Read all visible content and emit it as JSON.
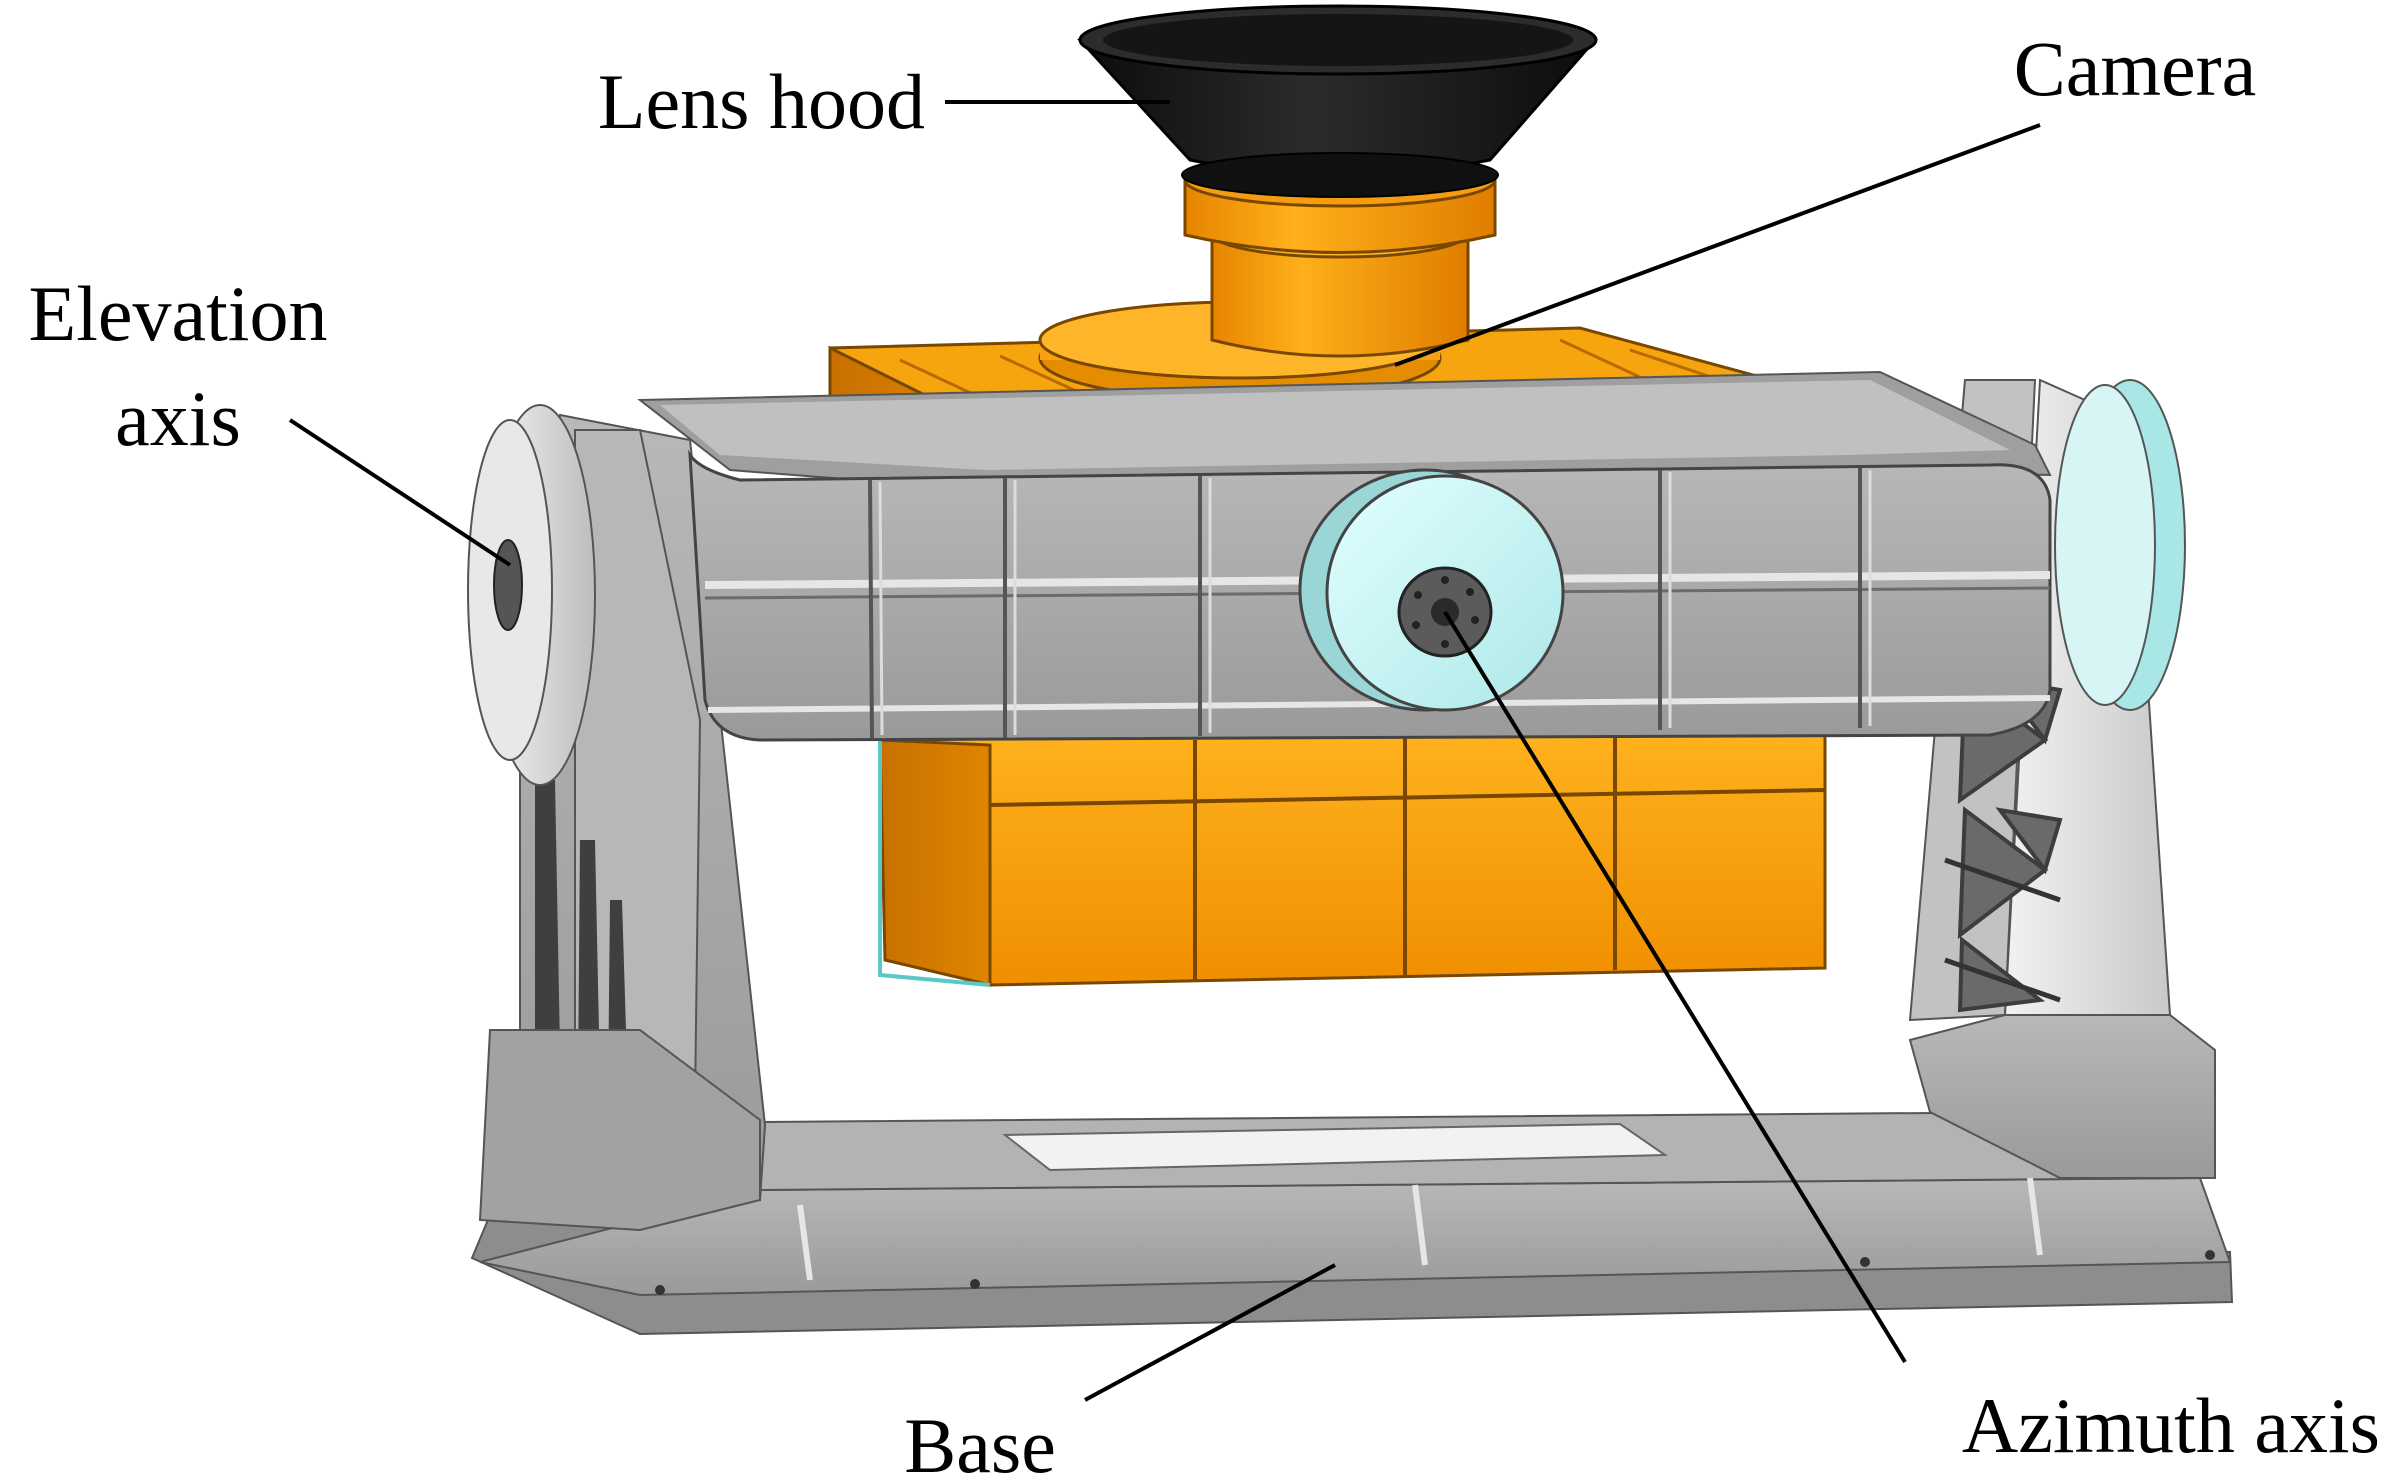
{
  "labels": {
    "lens_hood": "Lens hood",
    "camera": "Camera",
    "elevation_line1": "Elevation",
    "elevation_line2": "axis",
    "base": "Base",
    "azimuth": "Azimuth axis"
  },
  "colors": {
    "camera_orange": "#f39a0a",
    "frame_gray": "#a9a9a9",
    "hood_black": "#1b1b1b",
    "elevation_disk": "#dfe3e6",
    "azimuth_disk": "#c6f2f2"
  }
}
